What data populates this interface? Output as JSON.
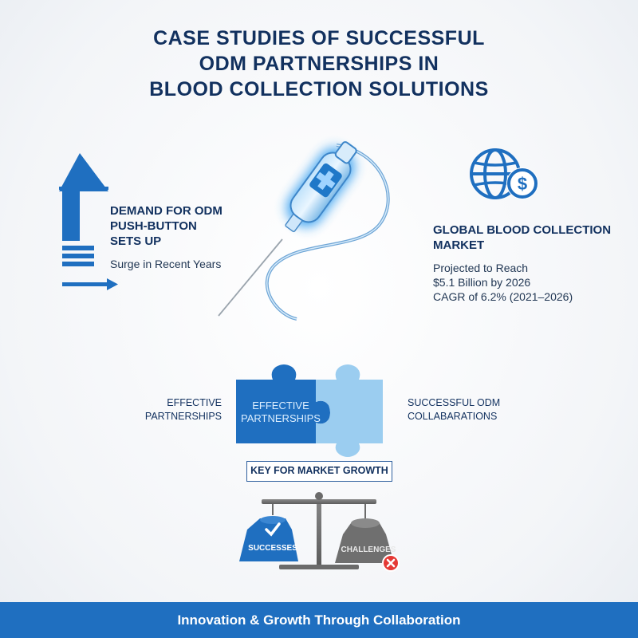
{
  "title": {
    "line1": "CASE STUDIES OF SUCCESSFUL",
    "line2": "ODM PARTNERSHIPS IN",
    "line3": "BLOOD COLLECTION SOLUTIONS"
  },
  "demand": {
    "heading_line1": "DEMAND FOR ODM",
    "heading_line2": "PUSH-BUTTON",
    "heading_line3": "SETS UP",
    "subtext": "Surge in Recent Years"
  },
  "market": {
    "heading_line1": "GLOBAL BLOOD COLLECTION",
    "heading_line2": "MARKET",
    "line1": "Projected to Reach",
    "line2": "$5.1 Billion by 2026",
    "line3": "CAGR of 6.2% (2021–2026)"
  },
  "partnerships": {
    "left_line1": "EFFECTIVE",
    "left_line2": "PARTNERSHIPS",
    "puzzle_line1": "EFFECTIVE",
    "puzzle_line2": "PARTNERSHIPS",
    "right_line1": "SUCCESSFUL ODM",
    "right_line2": "COLLABARATIONS"
  },
  "key_label": "KEY FOR MARKET GROWTH",
  "scale": {
    "left_label": "SUCCESSES",
    "right_label": "CHALLENGES"
  },
  "footer": "Innovation & Growth Through Collaboration",
  "icons": [
    "arrow-up-icon",
    "blood-collection-needle-icon",
    "globe-dollar-icon",
    "puzzle-icon",
    "balance-scale-icon",
    "checkmark-icon",
    "x-mark-icon"
  ],
  "colors": {
    "primary": "#1f6fc0",
    "dark": "#12315f",
    "light_blue": "#8ec5ec",
    "gray": "#6f6f6f",
    "red": "#e53935"
  }
}
